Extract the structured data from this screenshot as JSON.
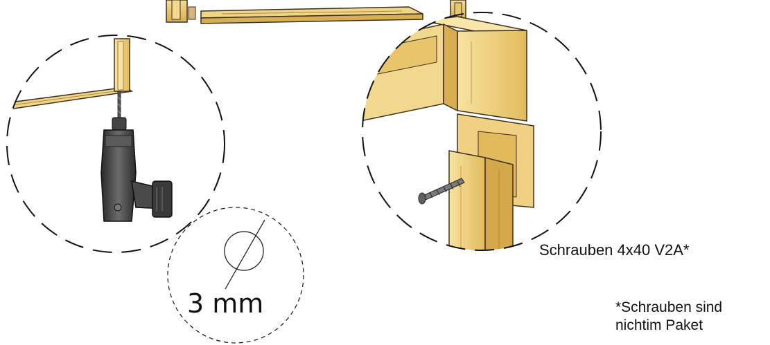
{
  "labels": {
    "screw_spec": "Schrauben 4x40 V2A*",
    "drill_diameter": "3 mm",
    "footnote_line1": "*Schrauben sind",
    "footnote_line2": "nichtim Paket"
  },
  "colors": {
    "wood_light": "#f3d98c",
    "wood_mid": "#e4bf63",
    "wood_dark": "#c99a3a",
    "outline": "#3a3020",
    "drill_body": "#3c3c3c",
    "dash_line": "#111111"
  },
  "icons": {
    "drill": "cordless-drill-icon",
    "screw": "wood-screw-icon",
    "diameter": "diameter-symbol-icon"
  }
}
